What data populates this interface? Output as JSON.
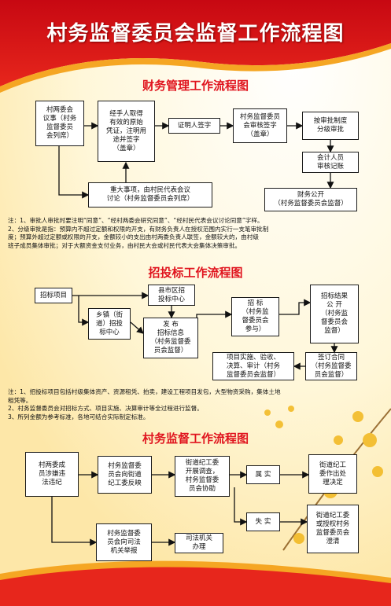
{
  "main_title": "村务监督委员会监督工作流程图",
  "sections": {
    "finance": {
      "title": "财务管理工作流程图",
      "boxes": {
        "f1": "村两委会\n议事（村务\n监督委员\n会列席）",
        "f2": "经手人取得\n有效的原始\n凭证，注明用\n途并签字\n（盖章）",
        "f3": "证明人签字",
        "f4": "村务监督委员\n会审核签字\n（盖章）",
        "f5": "按审批制度\n分级审批",
        "f6": "会计人员\n审核记账",
        "f7": "重大事项，由村民代表会议\n讨论（村务监督委员会列席）",
        "f8": "财务公开\n（村务监督委员会监督）"
      },
      "note": "注：1、审批人审批时要注明“同意”、“经村两委会研究同意”、“经村民代表会议讨论同意”字样。\n      2、分级审批是指：预算内不超过定额和权限的开支，有财务负责人在授权范围内实行一支笔审批制\n         度；预算外超过定额或权限的开支，金额较小的支出由村两委负责人联签，金额较大的，由村级\n         班子成员集体审批；对于大额资金支付业务，由村民大会或村民代表大会集体决策审批。"
    },
    "bidding": {
      "title": "招投标工作流程图",
      "boxes": {
        "b1": "招标项目",
        "b2": "县市区招\n投标中心",
        "b3": "乡镇（街\n道）招投\n标中心",
        "b4": "发 布\n招标信息\n（村务监督委\n员会监督）",
        "b5": "招 标\n（村务监\n督委员会\n参与）",
        "b6": "招标结果\n公 开\n（村务监\n督委员会\n监督）",
        "b7": "项目实施、验收、\n决算、审计（村务\n监督委员会监督）",
        "b8": "签订合同\n（村务监督委\n员会监督）"
      },
      "note": "注：1、招投标项目包括村级集体资产、资源租凭、拍卖，建设工程项目发包，大型物资采购，集体土地\n         租凭等。\n      2、村务监督委员会对招标方式、项目实施、决算审计等全过程进行监督。\n      3、所列金额为参考标准，各地可结合实际制定标准。"
    },
    "supervision": {
      "title": "村务监督工作流程图",
      "boxes": {
        "s1": "村两委成\n员涉嫌违\n法违纪",
        "s2": "村务监督委\n员会向街道\n纪工委反映",
        "s3": "街道纪工委\n开展调查，\n村务监督委\n员会协助",
        "s4": "属 实",
        "s5": "街道纪工\n委作出处\n理决定",
        "s6": "失 实",
        "s7": "街道纪工委\n或授权村务\n监督委员会\n澄清",
        "s8": "村务监督委\n员会向司法\n机关举报",
        "s9": "司法机关\n办理"
      }
    }
  },
  "colors": {
    "title_red": "#e0141e",
    "band_red": "#d2111b",
    "background": "#fff6d8",
    "flower": "#f2b71c"
  }
}
